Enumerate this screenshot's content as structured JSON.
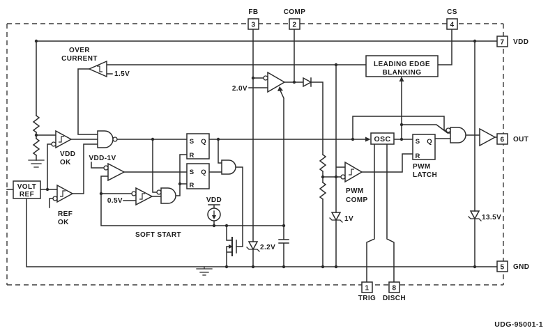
{
  "figure_id": "UDG-95001-1",
  "pins": {
    "fb": {
      "num": "3",
      "label": "FB"
    },
    "comp": {
      "num": "2",
      "label": "COMP"
    },
    "cs": {
      "num": "4",
      "label": "CS"
    },
    "vdd": {
      "num": "7",
      "label": "VDD"
    },
    "out": {
      "num": "6",
      "label": "OUT"
    },
    "gnd": {
      "num": "5",
      "label": "GND"
    },
    "trig": {
      "num": "1",
      "label": "TRIG"
    },
    "disch": {
      "num": "8",
      "label": "DISCH"
    }
  },
  "blocks": {
    "leb1": "LEADING EDGE",
    "leb2": "BLANKING",
    "osc": "OSC",
    "voltref1": "VOLT",
    "voltref2": "REF",
    "pwmlatch1": "PWM",
    "pwmlatch2": "LATCH",
    "pwmcomp1": "PWM",
    "pwmcomp2": "COMP",
    "softstart": "SOFT START",
    "overcurrent1": "OVER",
    "overcurrent2": "CURRENT",
    "vddok1": "VDD",
    "vddok2": "OK",
    "refok1": "REF",
    "refok2": "OK"
  },
  "values": {
    "oc_threshold": "1.5V",
    "ea_reference": "2.0V",
    "uvlo_threshold": "VDD-1V",
    "ss_threshold": "0.5V",
    "ss_clamp": "2.2V",
    "pwm_clamp": "1V",
    "vdd_clamp": "13.5V",
    "ss_source_supply": "VDD"
  },
  "latch": {
    "s": "S",
    "q": "Q",
    "r": "R"
  },
  "colors": {
    "line": "#2b2b2b",
    "background": "#ffffff"
  }
}
